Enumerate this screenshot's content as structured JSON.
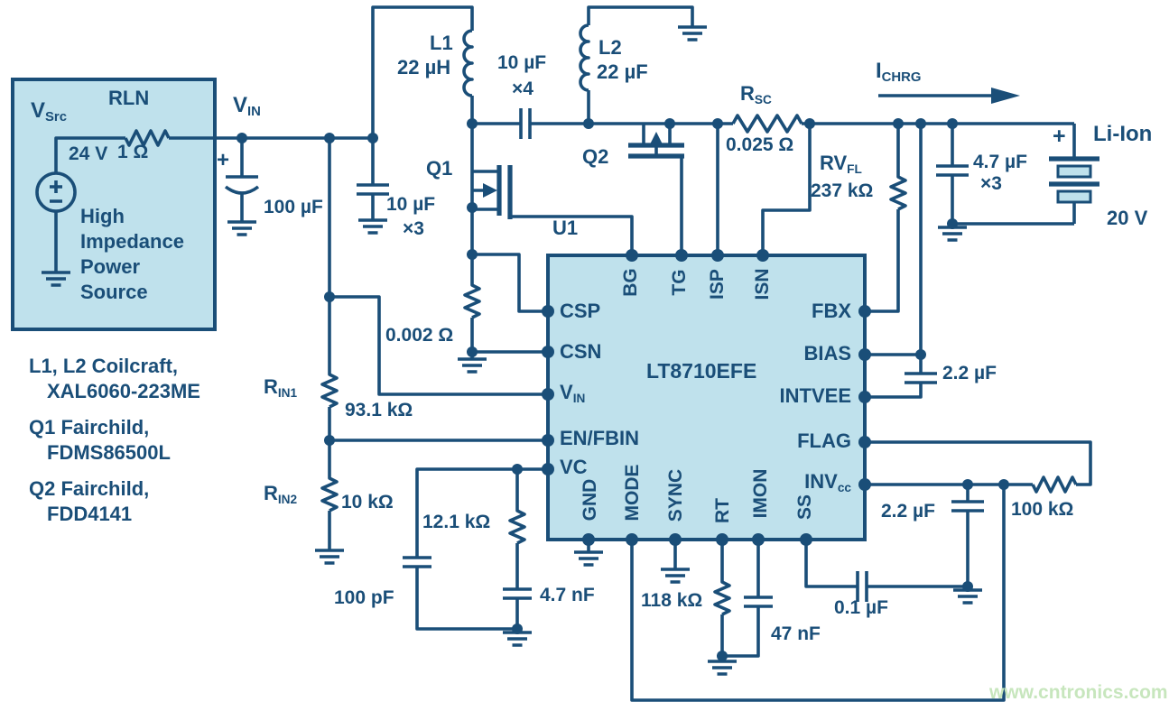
{
  "colors": {
    "ink": "#1a4e78",
    "panel_fill": "#bfe1ec",
    "watermark_green": "#c7e6bd"
  },
  "source": {
    "label_main": "V",
    "label_sub": "Src",
    "resistor": "RLN",
    "resistor_value": "1 Ω",
    "voltage": "24 V",
    "description": "High\nImpedance\nPower\nSource"
  },
  "input": {
    "vin_main": "V",
    "vin_sub": "IN",
    "bulk_cap": "100 µF",
    "bulk_cap_plus": "+",
    "ceramic_cap": "10 µF",
    "ceramic_qty": "×3"
  },
  "power_stage": {
    "l1_ref": "L1",
    "l1_value": "22 µH",
    "l2_ref": "L2",
    "l2_value": "22 µF",
    "coupling_cap": "10 µF",
    "coupling_qty": "×4",
    "q1": "Q1",
    "q2": "Q2",
    "sense_resistor": "0.002 Ω",
    "rsc_main": "R",
    "rsc_sub": "SC",
    "rsc_value": "0.025 Ω"
  },
  "output": {
    "ichrg_main": "I",
    "ichrg_sub": "CHRG",
    "rvfl_main": "RV",
    "rvfl_sub": "FL",
    "rvfl_value": "237 kΩ",
    "out_cap": "4.7 µF",
    "out_cap_qty": "×3",
    "battery_plus": "+",
    "battery_label": "Li-Ion",
    "battery_voltage": "20 V"
  },
  "ic": {
    "designator": "U1",
    "part": "LT8710EFE",
    "pins": {
      "csp": "CSP",
      "csn": "CSN",
      "vin_main": "V",
      "vin_sub": "IN",
      "enfbin": "EN/FBIN",
      "vc": "VC",
      "bg": "BG",
      "tg": "TG",
      "isp": "ISP",
      "isn": "ISN",
      "fbx": "FBX",
      "bias": "BIAS",
      "intvee": "INTVEE",
      "flag": "FLAG",
      "invcc_main": "INV",
      "invcc_sub": "cc",
      "gnd": "GND",
      "mode": "MODE",
      "sync": "SYNC",
      "rt": "RT",
      "imon": "IMON",
      "ss": "SS"
    }
  },
  "feedback": {
    "rin1_main": "R",
    "rin1_sub": "IN1",
    "rin1_value": "93.1 kΩ",
    "rin2_main": "R",
    "rin2_sub": "IN2",
    "rin2_value": "10 kΩ"
  },
  "compensation": {
    "vc_resistor": "12.1 kΩ",
    "vc_cap1": "100 pF",
    "vc_cap2": "4.7 nF"
  },
  "aux": {
    "rt_resistor": "118 kΩ",
    "imon_cap": "47 nF",
    "ss_cap": "0.1 µF",
    "bias_cap": "2.2 µF",
    "invcc_cap": "2.2 µF",
    "flag_resistor": "100 kΩ"
  },
  "notes": [
    {
      "line1": "L1, L2 Coilcraft,",
      "line2": "XAL6060-223ME"
    },
    {
      "line1": "Q1 Fairchild,",
      "line2": "FDMS86500L"
    },
    {
      "line1": "Q2 Fairchild,",
      "line2": "FDD4141"
    }
  ],
  "watermark": "www.cntronics.com"
}
